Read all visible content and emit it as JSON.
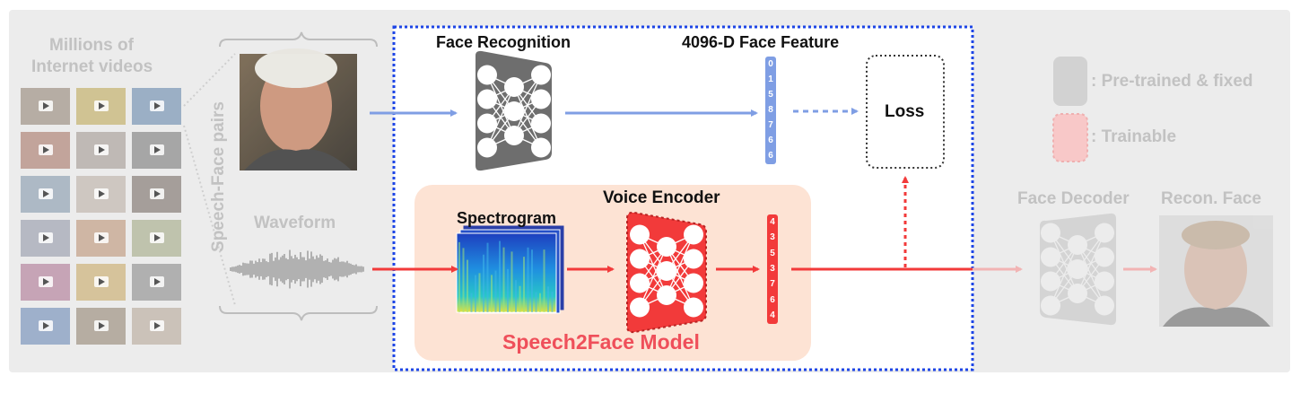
{
  "left_panel": {
    "title_line1": "Millions of",
    "title_line2": "Internet videos",
    "pairs_label": "Speech-Face pairs",
    "waveform_label": "Waveform"
  },
  "center_panel": {
    "face_recognition_label": "Face Recognition",
    "face_feature_label": "4096-D Face Feature",
    "face_feature_values": [
      "0",
      "1",
      "5",
      "8",
      "7",
      "6",
      "6"
    ],
    "loss_label": "Loss",
    "spectrogram_label": "Spectrogram",
    "voice_encoder_label": "Voice Encoder",
    "voice_feature_values": [
      "4",
      "3",
      "5",
      "3",
      "7",
      "6",
      "4"
    ],
    "model_label": "Speech2Face Model"
  },
  "right_panel": {
    "legend_pretrained": ": Pre-trained & fixed",
    "legend_trainable": ": Trainable",
    "face_decoder_label": "Face Decoder",
    "recon_face_label": "Recon. Face"
  },
  "colors": {
    "panel_gray": "#ececec",
    "frozen_gray": "#6e6e6e",
    "trainable_red": "#f23a3a",
    "face_blue": "#7f9ee4",
    "model_bg": "#fde3d4",
    "model_text": "#ef4f5a",
    "dotted_box_blue": "#1d45e6"
  }
}
